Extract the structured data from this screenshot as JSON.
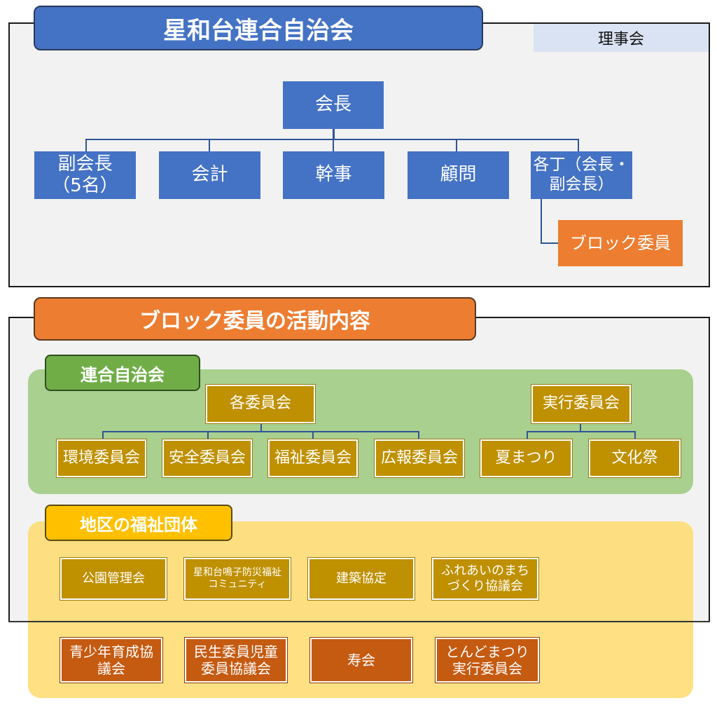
{
  "council": {
    "title": "星和台連合自治会",
    "board_label": "理事会",
    "president": "会長",
    "officers": [
      "副会長\n（5名）",
      "会計",
      "幹事",
      "顧問",
      "各丁（会長・\n副会長）"
    ],
    "block_committee": "ブロック委員"
  },
  "activities": {
    "title": "ブロック委員の活動内容",
    "federation": {
      "label": "連合自治会",
      "committees_head": "各委員会",
      "committees": [
        "環境委員会",
        "安全委員会",
        "福祉委員会",
        "広報委員会"
      ],
      "executive_head": "実行委員会",
      "events": [
        "夏まつり",
        "文化祭"
      ]
    },
    "welfare": {
      "label": "地区の福祉団体",
      "row1": [
        "公園管理会",
        "星和台鳴子防災福祉\nコミュニティ",
        "建築協定",
        "ふれあいのまち\nづくり協議会"
      ],
      "row2": [
        "青少年育成協\n議会",
        "民生委員児童\n委員協議会",
        "寿会",
        "とんどまつり\n実行委員会"
      ]
    }
  },
  "colors": {
    "blue": "#4472c4",
    "orange": "#ed7d31",
    "green_panel": "#a9d08e",
    "green_label": "#70ad47",
    "yellow_panel": "#ffd966",
    "yellow_label": "#ffc000",
    "gold": "#bf9000",
    "brown": "#c55a11"
  }
}
